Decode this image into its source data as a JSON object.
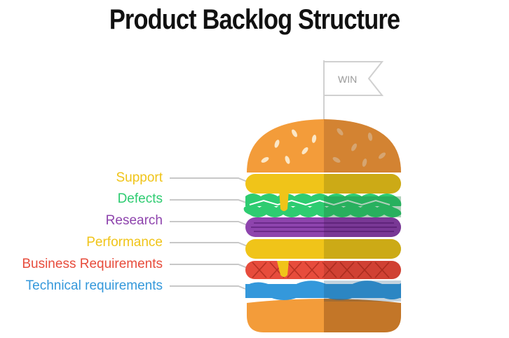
{
  "title": "Product Backlog Structure",
  "flag": {
    "text": "WIN"
  },
  "layers": [
    {
      "label": "Support",
      "color": "#f0c419"
    },
    {
      "label": "Defects",
      "color": "#2ecc71"
    },
    {
      "label": "Research",
      "color": "#8e44ad"
    },
    {
      "label": "Performance",
      "color": "#f0c419"
    },
    {
      "label": "Business Requirements",
      "color": "#e74c3c"
    },
    {
      "label": "Technical requirements",
      "color": "#3498db"
    }
  ]
}
